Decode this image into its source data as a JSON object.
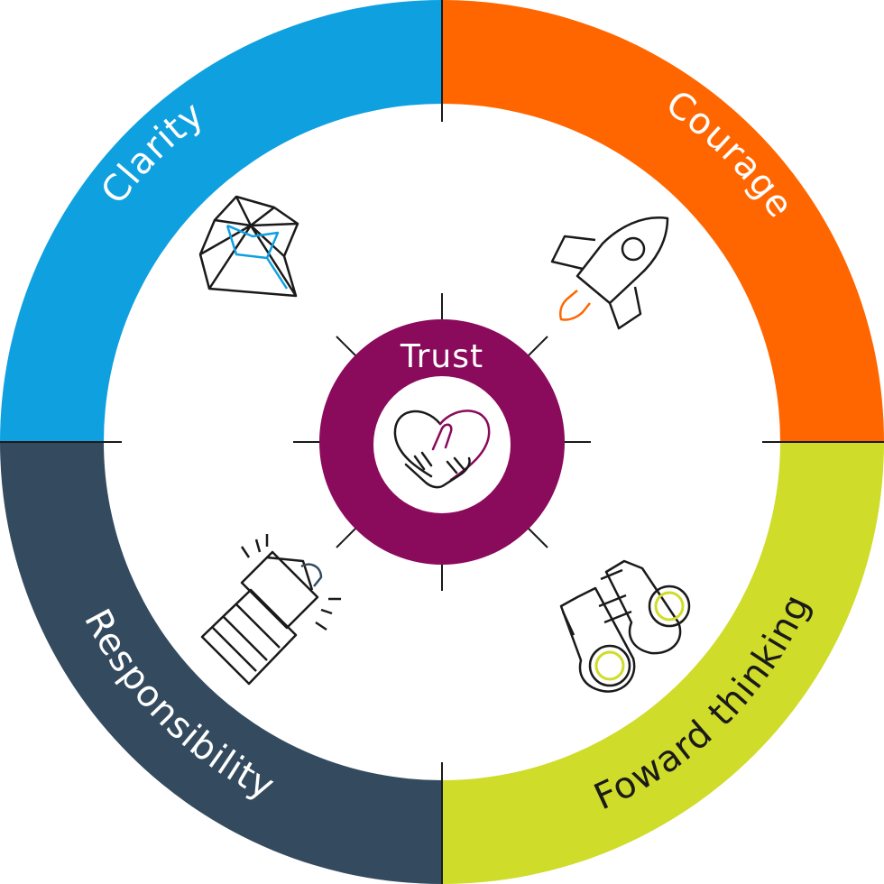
{
  "center": {
    "label": "Trust",
    "color": "#8a0a5c",
    "icon": "heart-handshake-icon"
  },
  "segments": [
    {
      "label": "Clarity",
      "color": "#0fa0e0",
      "text_color": "#ffffff",
      "icon": "diamond-icon",
      "position": "top-left"
    },
    {
      "label": "Courage",
      "color": "#ff6600",
      "text_color": "#ffffff",
      "icon": "rocket-icon",
      "position": "top-right"
    },
    {
      "label": "Foward thinking",
      "color": "#cfdc2a",
      "text_color": "#1a1a1a",
      "icon": "binoculars-icon",
      "position": "bottom-right"
    },
    {
      "label": "Responsibility",
      "color": "#344a5f",
      "text_color": "#ffffff",
      "icon": "lighthouse-icon",
      "position": "bottom-left"
    }
  ]
}
